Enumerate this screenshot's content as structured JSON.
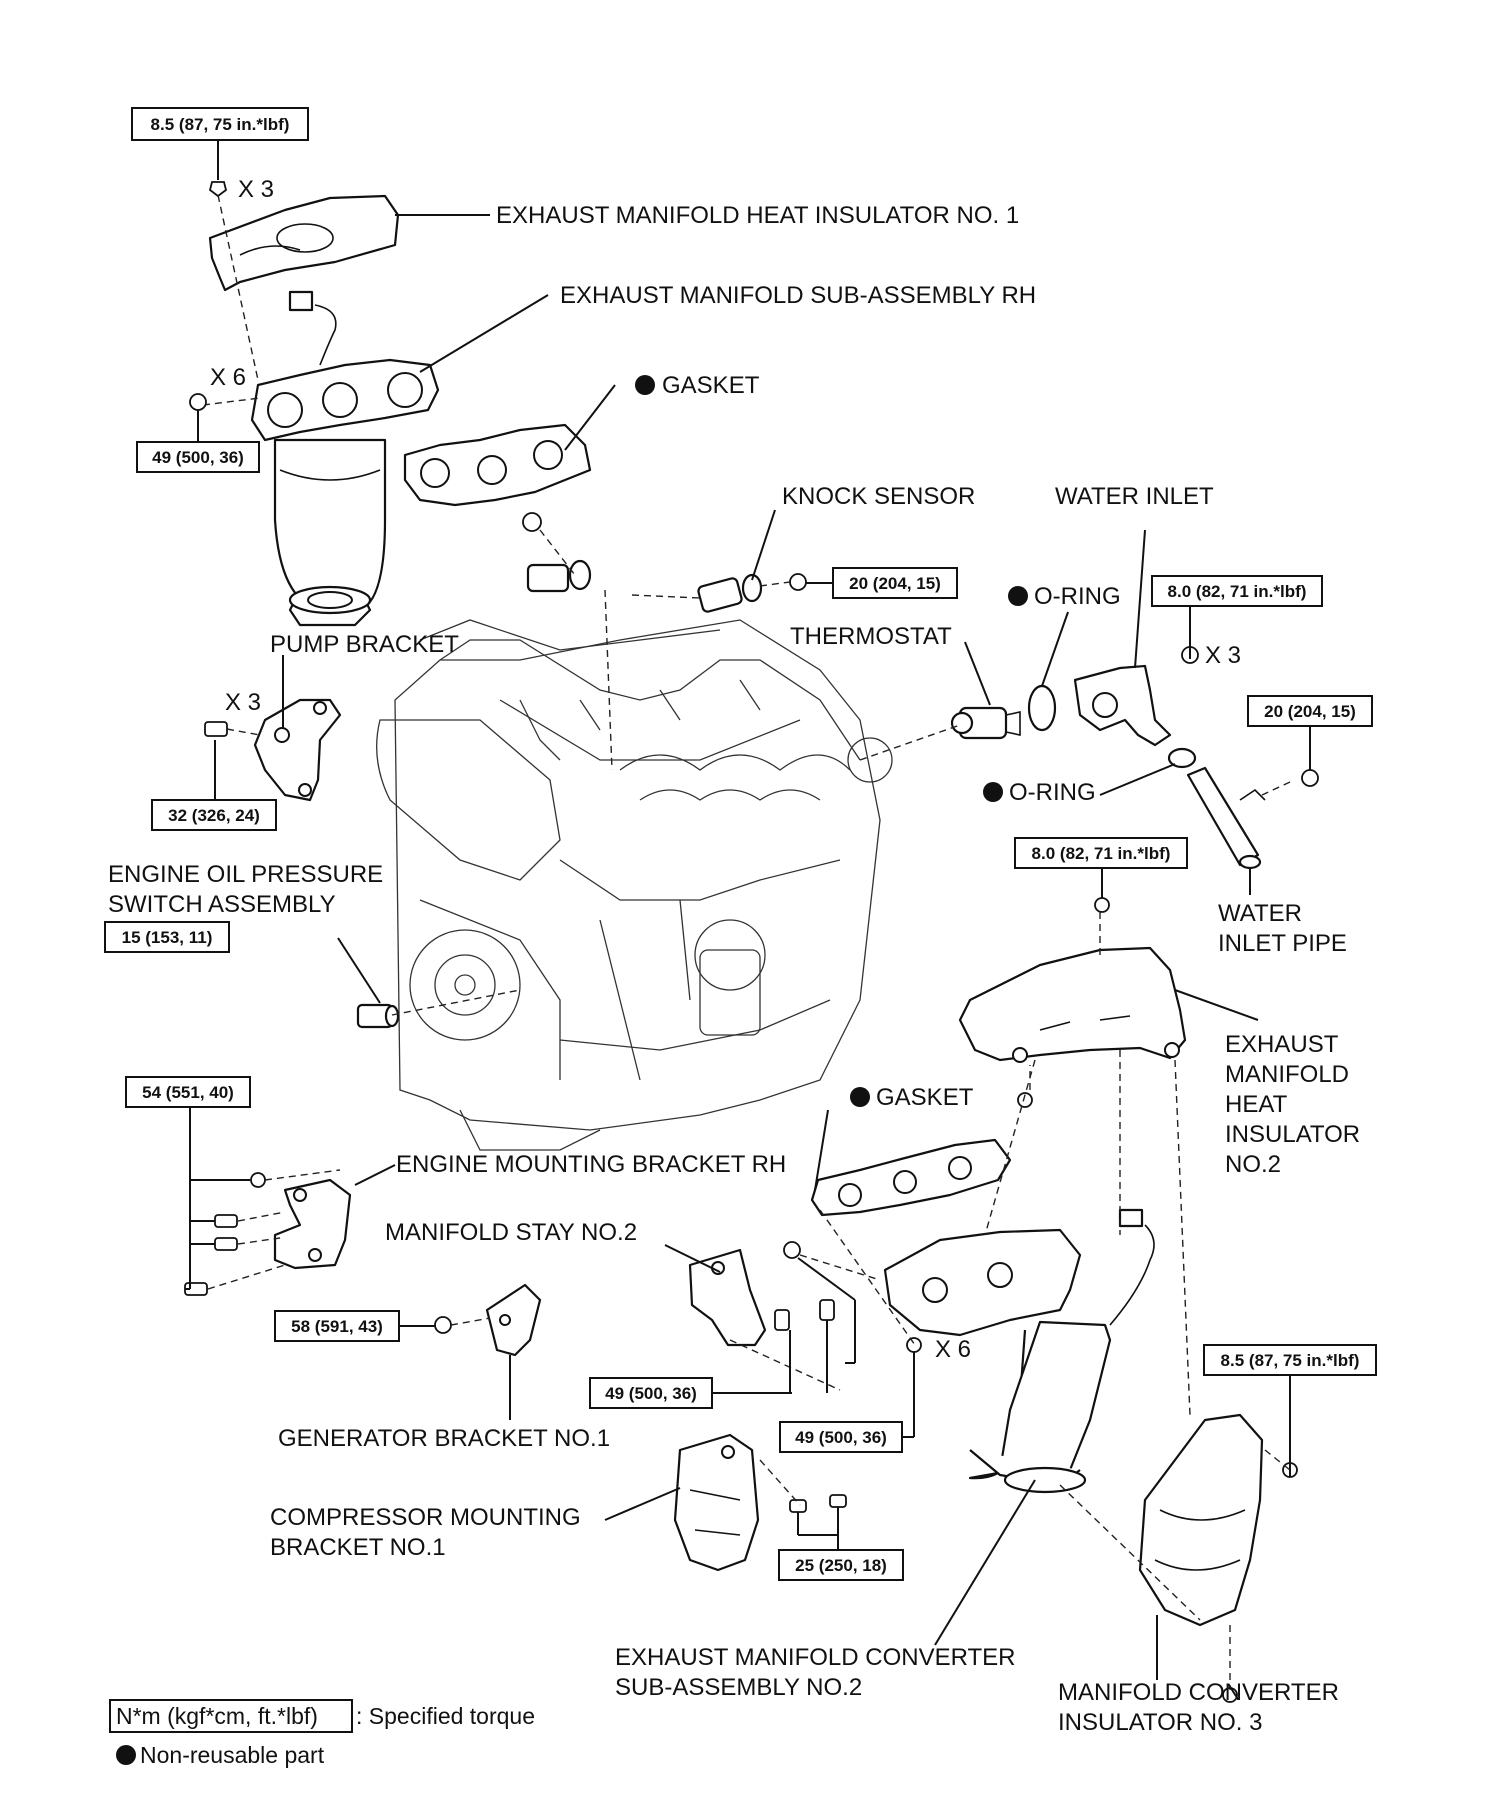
{
  "labels": {
    "heat_insulator_1": "EXHAUST MANIFOLD HEAT INSULATOR NO. 1",
    "manifold_rh": "EXHAUST MANIFOLD SUB-ASSEMBLY RH",
    "gasket_upper": "GASKET",
    "knock_sensor": "KNOCK SENSOR",
    "water_inlet": "WATER INLET",
    "o_ring_upper": "O-RING",
    "thermostat": "THERMOSTAT",
    "pump_bracket": "PUMP BRACKET",
    "o_ring_lower": "O-RING",
    "oil_pressure_switch_1": "ENGINE OIL PRESSURE",
    "oil_pressure_switch_2": "SWITCH ASSEMBLY",
    "water_inlet_pipe_1": "WATER",
    "water_inlet_pipe_2": "INLET PIPE",
    "heat_insulator_2_1": "EXHAUST",
    "heat_insulator_2_2": "MANIFOLD",
    "heat_insulator_2_3": "HEAT",
    "heat_insulator_2_4": "INSULATOR",
    "heat_insulator_2_5": "NO.2",
    "gasket_lower": "GASKET",
    "engine_mounting_bracket": "ENGINE MOUNTING BRACKET RH",
    "manifold_stay": "MANIFOLD STAY NO.2",
    "generator_bracket": "GENERATOR BRACKET NO.1",
    "compressor_bracket_1": "COMPRESSOR MOUNTING",
    "compressor_bracket_2": "BRACKET NO.1",
    "converter_no2_1": "EXHAUST MANIFOLD CONVERTER",
    "converter_no2_2": "SUB-ASSEMBLY NO.2",
    "converter_insulator_1": "MANIFOLD CONVERTER",
    "converter_insulator_2": "INSULATOR NO. 3"
  },
  "quantities": {
    "x3_top": "X 3",
    "x6_upper": "X 6",
    "x3_pump": "X 3",
    "x3_water": "X 3",
    "x6_lower": "X 6"
  },
  "torques": {
    "t_heat_ins_1": "8.5 (87, 75 in.*lbf)",
    "t_manifold_rh": "49 (500, 36)",
    "t_knock": "20 (204, 15)",
    "t_water_inlet": "8.0 (82, 71 in.*lbf)",
    "t_pipe": "20 (204, 15)",
    "t_pump": "32 (326, 24)",
    "t_heat_ins_2": "8.0 (82, 71 in.*lbf)",
    "t_oil_sw": "15 (153, 11)",
    "t_mount": "54 (551, 40)",
    "t_generator": "58 (591, 43)",
    "t_stay_a": "49 (500, 36)",
    "t_stay_b": "49 (500, 36)",
    "t_insulator_3": "8.5 (87, 75 in.*lbf)",
    "t_compressor": "25 (250, 18)"
  },
  "legend": {
    "torque_unit": "N*m (kgf*cm, ft.*lbf)",
    "torque_desc": ": Specified torque",
    "non_reusable": "Non-reusable part"
  }
}
